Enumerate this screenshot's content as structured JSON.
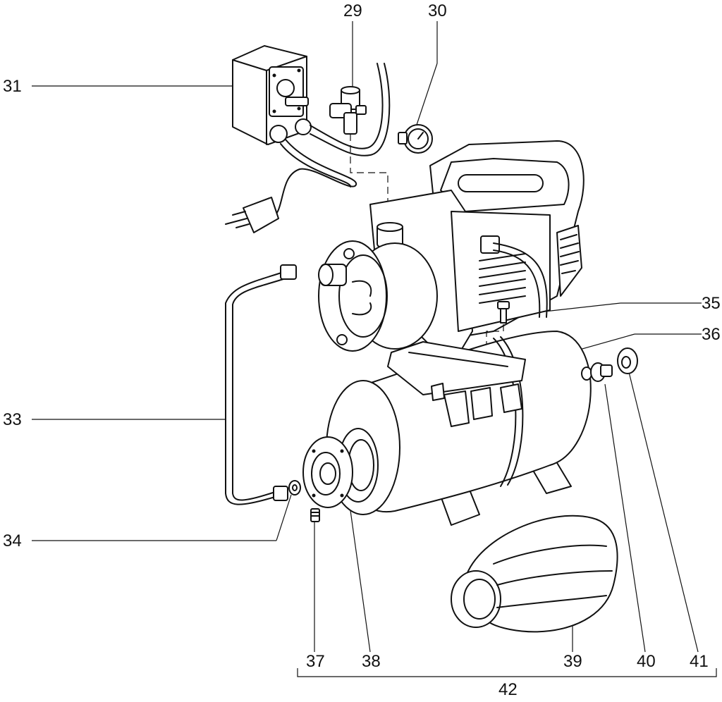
{
  "labels": {
    "l29": "29",
    "l30": "30",
    "l31": "31",
    "l33": "33",
    "l34": "34",
    "l35": "35",
    "l36": "36",
    "l37": "37",
    "l38": "38",
    "l39": "39",
    "l40": "40",
    "l41": "41",
    "l42": "42"
  }
}
